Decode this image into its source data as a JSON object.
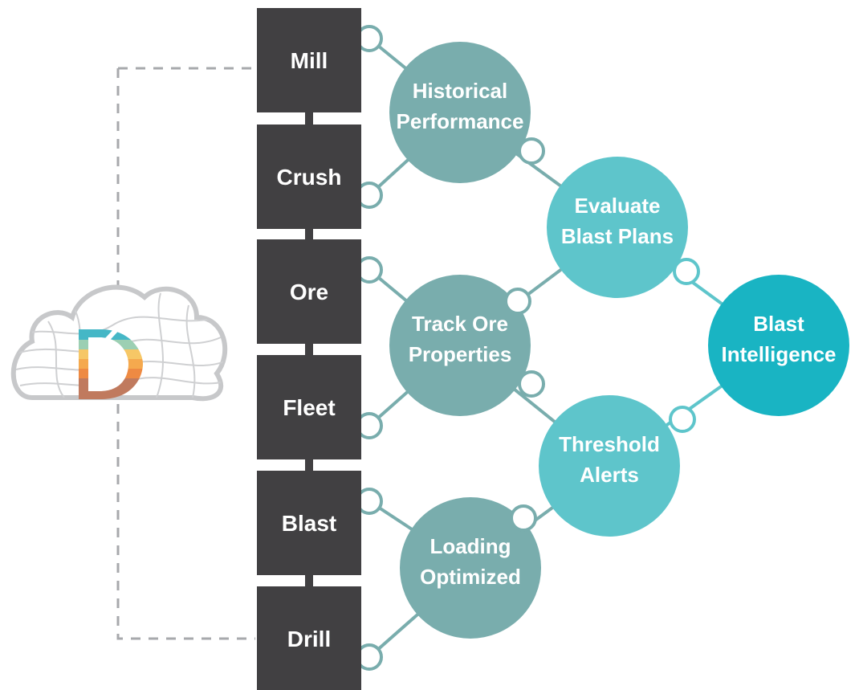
{
  "stages": [
    {
      "id": "mill",
      "label": "Mill"
    },
    {
      "id": "crush",
      "label": "Crush"
    },
    {
      "id": "ore",
      "label": "Ore"
    },
    {
      "id": "fleet",
      "label": "Fleet"
    },
    {
      "id": "blast",
      "label": "Blast"
    },
    {
      "id": "drill",
      "label": "Drill"
    }
  ],
  "tier1": [
    {
      "id": "historical-performance",
      "lines": [
        "Historical",
        "Performance"
      ]
    },
    {
      "id": "track-ore-properties",
      "lines": [
        "Track Ore",
        "Properties"
      ]
    },
    {
      "id": "loading-optimized",
      "lines": [
        "Loading",
        "Optimized"
      ]
    }
  ],
  "tier2": [
    {
      "id": "evaluate-blast-plans",
      "lines": [
        "Evaluate",
        "Blast Plans"
      ]
    },
    {
      "id": "threshold-alerts",
      "lines": [
        "Threshold",
        "Alerts"
      ]
    }
  ],
  "tier3": [
    {
      "id": "blast-intelligence",
      "lines": [
        "Blast",
        "Intelligence"
      ]
    }
  ],
  "colors": {
    "stage_box": "#414042",
    "stage_text": "#ffffff",
    "tier1": "#79adad",
    "tier2": "#5ec5cb",
    "tier3": "#19b4c3",
    "connector_tier1": "#79adad",
    "connector_tier2": "#5ec5cb",
    "dashed_line": "#a7a9ac",
    "cloud_outline": "#c7c8ca"
  },
  "icons": {
    "cloud": "cloud-logo-icon"
  }
}
